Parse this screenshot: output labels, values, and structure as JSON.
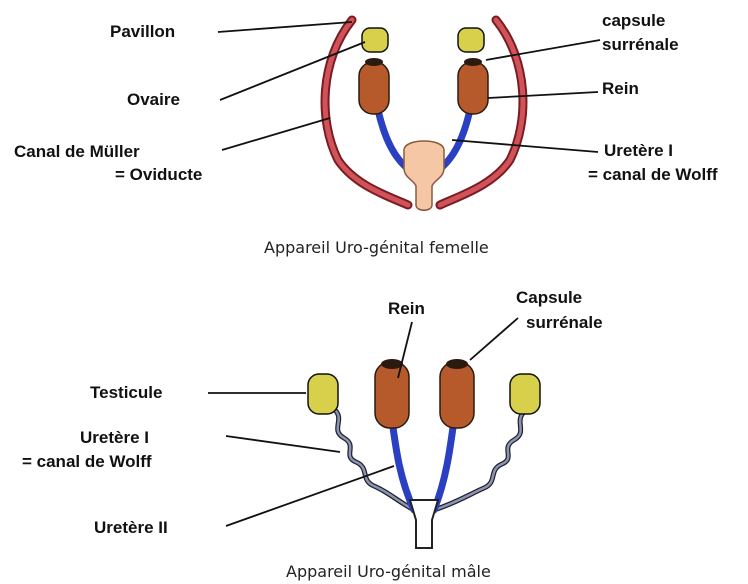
{
  "female": {
    "labels": {
      "pavillon": "Pavillon",
      "ovaire": "Ovaire",
      "canal_muller": "Canal de Müller",
      "oviducte": "= Oviducte",
      "capsule": "capsule",
      "surrenale": "surrénale",
      "rein": "Rein",
      "uretere": "Uretère I",
      "wolff": "= canal de Wolff"
    },
    "caption": "Appareil Uro-génital  femelle"
  },
  "male": {
    "labels": {
      "rein": "Rein",
      "capsule": "Capsule",
      "surrenale": "surrénale",
      "testicule": "Testicule",
      "uretere1": "Uretère I",
      "wolff": "= canal de Wolff",
      "uretere2": "Uretère II"
    },
    "caption": "Appareil Uro-génital mâle"
  },
  "colors": {
    "kidney": "#b65a2c",
    "ureter": "#2b3fc2",
    "mullerian_duct": "#d0535a",
    "gonad": "#d8cf4a",
    "cloaca": "#f6c7a4"
  }
}
